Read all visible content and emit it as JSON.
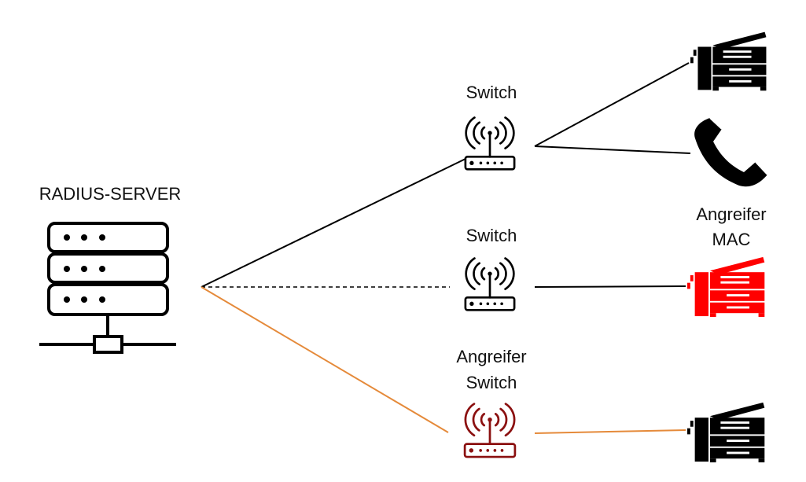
{
  "labels": {
    "radius_server": "RADIUS-SERVER",
    "switch_1": "Switch",
    "switch_2": "Switch",
    "attacker_switch_line1": "Angreifer",
    "attacker_switch_line2": "Switch",
    "attacker_mac_line1": "Angreifer",
    "attacker_mac_line2": "MAC"
  },
  "colors": {
    "normal": "#000000",
    "attacker_device": "#ff0000",
    "attacker_switch": "#8b1010",
    "attacker_link": "#e58a3a"
  },
  "icons": {
    "server": "server-icon",
    "switch": "wifi-switch-icon",
    "printer": "printer-icon",
    "phone": "phone-icon"
  },
  "links": [
    {
      "from": "radius-server",
      "to": "switch-1",
      "style": "solid",
      "color": "normal"
    },
    {
      "from": "radius-server",
      "to": "switch-2",
      "style": "dashed",
      "color": "normal"
    },
    {
      "from": "radius-server",
      "to": "attacker-switch",
      "style": "solid",
      "color": "attacker_link"
    },
    {
      "from": "switch-1",
      "to": "printer-1",
      "style": "solid",
      "color": "normal"
    },
    {
      "from": "switch-1",
      "to": "phone",
      "style": "solid",
      "color": "normal"
    },
    {
      "from": "switch-2",
      "to": "attacker-printer",
      "style": "solid",
      "color": "normal"
    },
    {
      "from": "attacker-switch",
      "to": "printer-3",
      "style": "solid",
      "color": "attacker_link"
    }
  ]
}
